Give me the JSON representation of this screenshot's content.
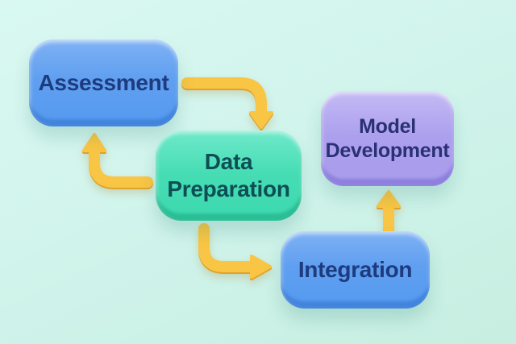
{
  "diagram": {
    "type": "flowchart",
    "background_color": "#CFF3EA",
    "arrow_color": "#F9C544",
    "nodes": [
      {
        "id": "assessment",
        "label": "Assessment",
        "shape": "rounded-rectangle",
        "fill": "#609FF0",
        "text_color": "#1D3B7D"
      },
      {
        "id": "data-preparation",
        "label": "Data Preparation",
        "line1": "Data",
        "line2": "Preparation",
        "shape": "rounded-rectangle",
        "fill": "#46DDB4",
        "text_color": "#0D4F55"
      },
      {
        "id": "model-development",
        "label": "Model Development",
        "line1": "Model",
        "line2": "Development",
        "shape": "rounded-rectangle",
        "fill": "#AC9FEE",
        "text_color": "#2A3173"
      },
      {
        "id": "integration",
        "label": "Integration",
        "shape": "rounded-rectangle",
        "fill": "#609FF0",
        "text_color": "#1D3B7D"
      }
    ],
    "edges": [
      {
        "from": "Assessment",
        "to": "Data Preparation",
        "style": "curved-right-then-down"
      },
      {
        "from": "Data Preparation",
        "to": "Assessment",
        "style": "curved-left-then-up"
      },
      {
        "from": "Data Preparation",
        "to": "Integration",
        "style": "curved-down-then-right"
      },
      {
        "from": "Integration",
        "to": "Model Development",
        "style": "straight-up"
      }
    ]
  }
}
